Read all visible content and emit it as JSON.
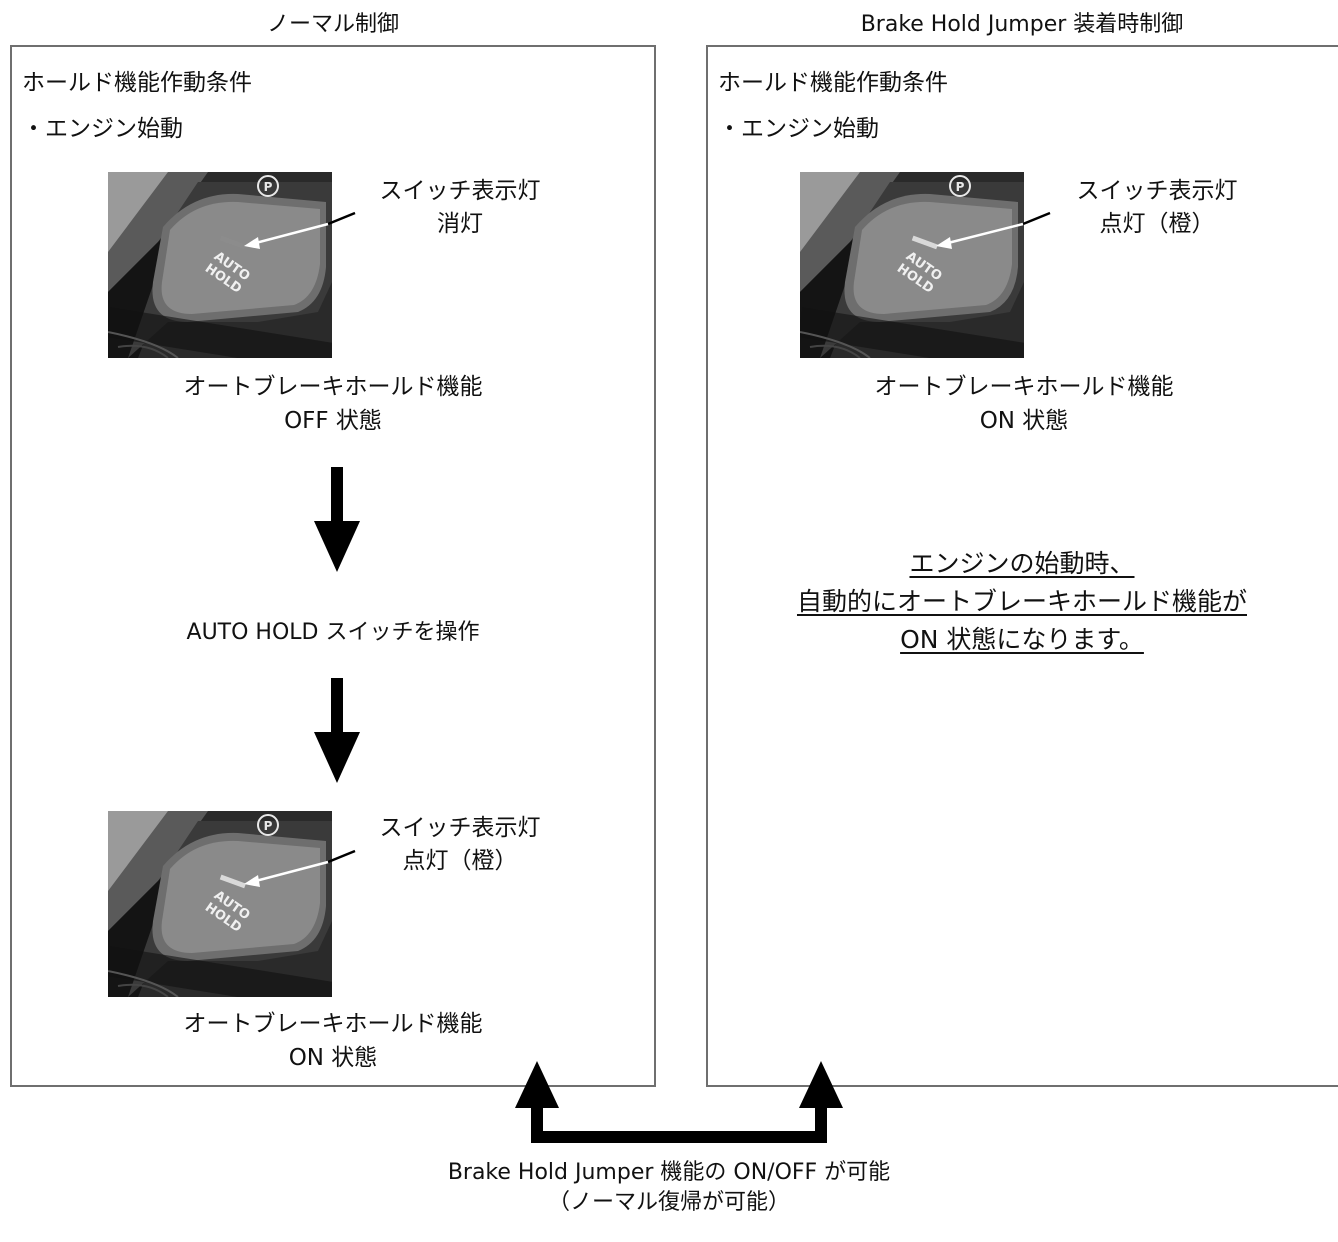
{
  "left": {
    "column_title": "ノーマル制御",
    "condition_heading": "ホールド機能作動条件",
    "condition_item": "・エンジン始動",
    "photo1": {
      "button_text": "AUTO HOLD",
      "p_symbol": "P",
      "note_line1": "スイッチ表示灯",
      "note_line2": "消灯",
      "caption_line1": "オートブレーキホールド機能",
      "caption_line2": "OFF 状態",
      "indicator_color": "#8c8c8c"
    },
    "action_text": "AUTO HOLD スイッチを操作",
    "photo2": {
      "button_text": "AUTO HOLD",
      "p_symbol": "P",
      "note_line1": "スイッチ表示灯",
      "note_line2": "点灯（橙）",
      "caption_line1": "オートブレーキホールド機能",
      "caption_line2": "ON 状態",
      "indicator_color": "#d9d9d9"
    }
  },
  "right": {
    "column_title": "Brake Hold Jumper 装着時制御",
    "condition_heading": "ホールド機能作動条件",
    "condition_item": "・エンジン始動",
    "photo": {
      "button_text": "AUTO HOLD",
      "p_symbol": "P",
      "note_line1": "スイッチ表示灯",
      "note_line2": "点灯（橙）",
      "caption_line1": "オートブレーキホールド機能",
      "caption_line2": "ON 状態",
      "indicator_color": "#d9d9d9"
    },
    "result_lines": [
      "エンジンの始動時、",
      "自動的にオートブレーキホールド機能が",
      "ON 状態になります。"
    ]
  },
  "bottom": {
    "line1": "Brake Hold Jumper 機能の ON/OFF が可能",
    "line2": "（ノーマル復帰が可能）"
  }
}
